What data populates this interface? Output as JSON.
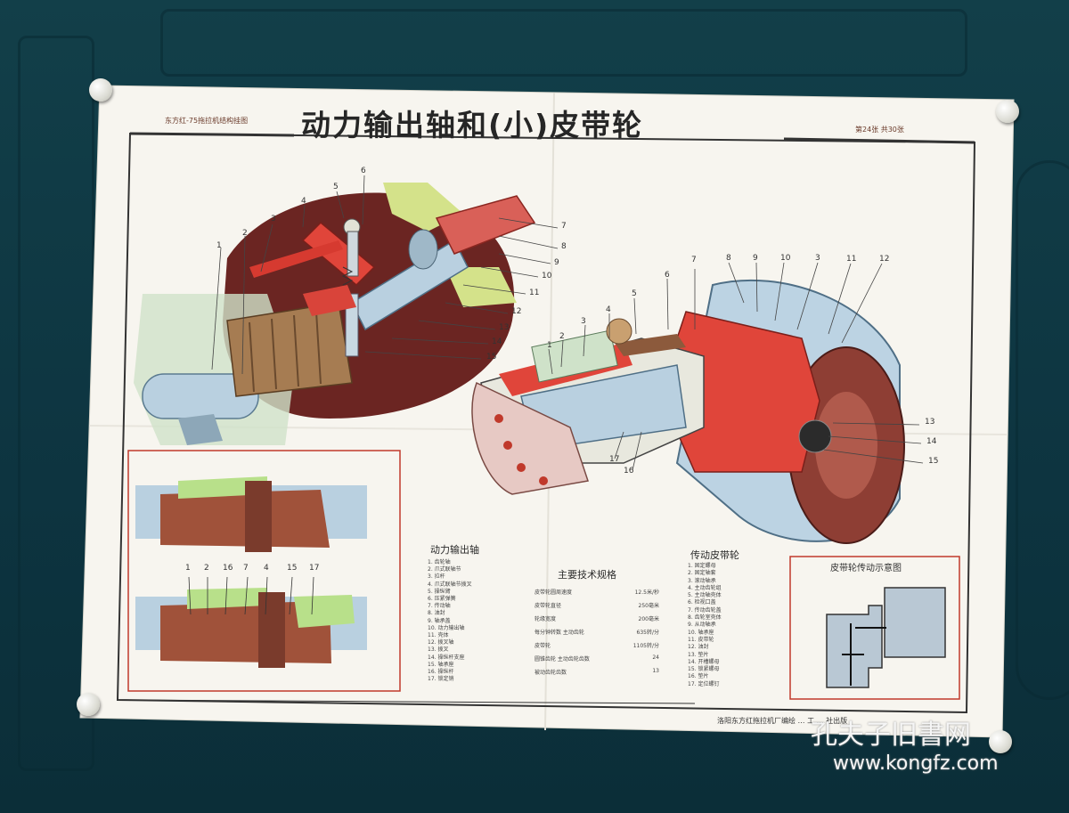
{
  "poster": {
    "series_label": "东方红-75拖拉机结构挂图",
    "title": "动力输出轴和(小)皮带轮",
    "sheet_label": "第24张 共30张",
    "publisher": "洛阳东方红拖拉机厂编绘 … 工 … 社出版",
    "watermark_cn": "孔夫子旧書网",
    "watermark_url": "www.kongfz.com"
  },
  "pto_callouts": [
    "1",
    "2",
    "3",
    "4",
    "5",
    "6",
    "7",
    "8",
    "9",
    "10",
    "11",
    "12",
    "13",
    "14",
    "15"
  ],
  "pulley_callouts_top": [
    "1",
    "2",
    "3",
    "4",
    "5",
    "6",
    "7",
    "8",
    "9",
    "10",
    "3",
    "11",
    "12"
  ],
  "pulley_callouts_right": [
    "13",
    "14",
    "15"
  ],
  "pulley_callouts_bottom": [
    "17",
    "16"
  ],
  "inset_callouts": [
    "1",
    "2",
    "16",
    "7",
    "4",
    "15",
    "17"
  ],
  "pto_legend": {
    "heading": "动力输出轴",
    "items": [
      "1. 齿轮轴",
      "2. 爪式联轴节",
      "3. 拉杆",
      "4. 爪式联轴节拨叉",
      "5. 操纵臂",
      "6. 压紧弹簧",
      "7. 传动轴",
      "8. 油封",
      "9. 轴承盖",
      "10. 动力输出轴",
      "11. 壳体",
      "12. 拨叉轴",
      "13. 拨叉",
      "14. 操纵杆支座",
      "15. 轴承座",
      "16. 操纵杆",
      "17. 锁定销"
    ]
  },
  "specs": {
    "heading": "主要技术规格",
    "rows": [
      {
        "label": "皮带轮圆周速度",
        "value": "12.5米/秒"
      },
      {
        "label": "皮带轮直径",
        "value": "250毫米"
      },
      {
        "label": "轮缘宽度",
        "value": "200毫米"
      },
      {
        "label": "每分钟转数 主动齿轮",
        "value": "635转/分"
      },
      {
        "label": "皮带轮",
        "value": "1105转/分"
      },
      {
        "label": "圆锥齿轮 主动齿轮齿数",
        "value": "24"
      },
      {
        "label": "被动齿轮齿数",
        "value": "13"
      }
    ]
  },
  "pulley_legend": {
    "heading": "传动皮带轮",
    "items": [
      "1. 固定螺母",
      "2. 固定轴套",
      "3. 滚动轴承",
      "4. 主动齿轮组",
      "5. 主动轴壳体",
      "6. 检视口盖",
      "7. 传动齿轮盖",
      "8. 齿轮室壳体",
      "9. 从动轴承",
      "10. 轴承座",
      "11. 皮带轮",
      "12. 油封",
      "13. 垫片",
      "14. 开槽螺母",
      "15. 锁紧螺母",
      "16. 垫片",
      "17. 定位螺钉"
    ]
  },
  "schematic": {
    "heading": "皮带轮传动示意图"
  }
}
